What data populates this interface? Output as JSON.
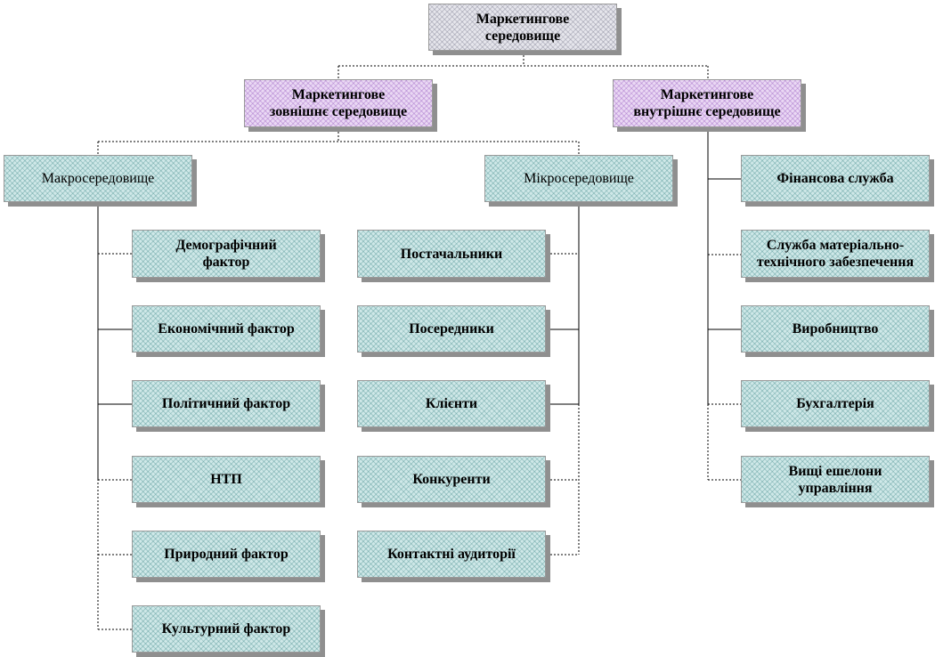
{
  "root": {
    "label": "Маркетингове\nсередовище"
  },
  "external": {
    "label": "Маркетингове\nзовнішнє середовище"
  },
  "internal": {
    "label": "Маркетингове\nвнутрішнє середовище"
  },
  "macro": {
    "label": "Макросередовище",
    "items": [
      "Демографічний\nфактор",
      "Економічний фактор",
      "Політичний фактор",
      "НТП",
      "Природний фактор",
      "Культурний фактор"
    ]
  },
  "micro": {
    "label": "Мікросередовище",
    "items": [
      "Постачальники",
      "Посередники",
      "Клієнти",
      "Конкуренти",
      "Контактні аудиторії"
    ]
  },
  "internal_items": [
    "Фінансова служба",
    "Служба матеріально-\nтехнічного забезпечення",
    "Виробництво",
    "Бухгалтерія",
    "Вищі ешелони\nуправління"
  ],
  "colors": {
    "teal": "#cfe8e8",
    "violet": "#ead8f4",
    "grey": "#e6e6ec",
    "shadow": "#8f8f8f"
  }
}
